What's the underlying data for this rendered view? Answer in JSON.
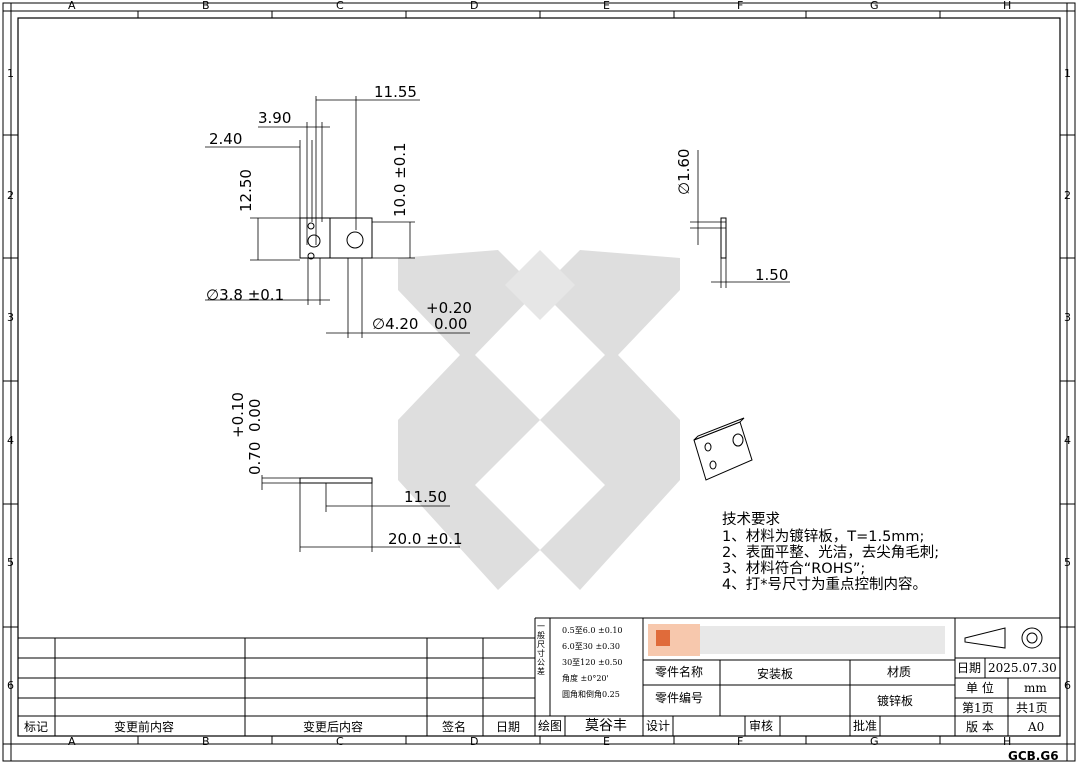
{
  "border": {
    "columns": [
      "A",
      "B",
      "C",
      "D",
      "E",
      "F",
      "G",
      "H"
    ],
    "rows": [
      "1",
      "2",
      "3",
      "4",
      "5",
      "6"
    ]
  },
  "dimensions": {
    "d_11_55": "11.55",
    "d_3_90": "3.90",
    "d_2_40": "2.40",
    "d_12_50": "12.50",
    "d_10_0": "10.0 ±0.1",
    "d_hole_small": "∅3.8 ±0.1",
    "d_hole_large": "∅4.20",
    "d_tol_upper": "+0.20",
    "d_tol_lower": "0.00",
    "d_1_60": "∅1.60",
    "d_1_50": "1.50",
    "d_0_70": "0.70",
    "d_tol2_upper": "+0.10",
    "d_tol2_lower": "0.00",
    "d_11_50": "11.50",
    "d_20_0": "20.0 ±0.1"
  },
  "tech": {
    "title": "技术要求",
    "lines": [
      "1、材料为镀锌板，T=1.5mm;",
      "2、表面平整、光洁，去尖角毛刺;",
      "3、材料符合“ROHS”;",
      "4、打*号尺寸为重点控制内容。"
    ]
  },
  "title_block": {
    "tolerance_label": "一般尺寸公差",
    "tolerances": [
      "0.5至6.0  ±0.10",
      "6.0至30   ±0.30",
      "30至120   ±0.50",
      "角度     ±0°20'",
      "圆角和倒角0.25"
    ],
    "part_name_label": "零件名称",
    "part_name": "安装板",
    "material_label": "材质",
    "material": "镀锌板",
    "part_no_label": "零件编号",
    "part_no": "",
    "date_label": "日期",
    "date": "2025.07.30",
    "unit_label": "单 位",
    "unit": "mm",
    "page": "第1页",
    "total_pages": "共1页",
    "version_label": "版 本",
    "version": "A0",
    "drawn_label": "绘图",
    "drawn_by": "莫谷丰",
    "design_label": "设计",
    "review_label": "审核",
    "approve_label": "批准",
    "rev_mark": "标记",
    "rev_before": "变更前内容",
    "rev_after": "变更后内容",
    "rev_sign": "签名",
    "rev_date": "日期"
  },
  "sheet_code": "GCB.G6",
  "colors": {
    "line": "#000000",
    "watermark": "#dcdcdc",
    "logo_orange": "#f07a3c"
  }
}
